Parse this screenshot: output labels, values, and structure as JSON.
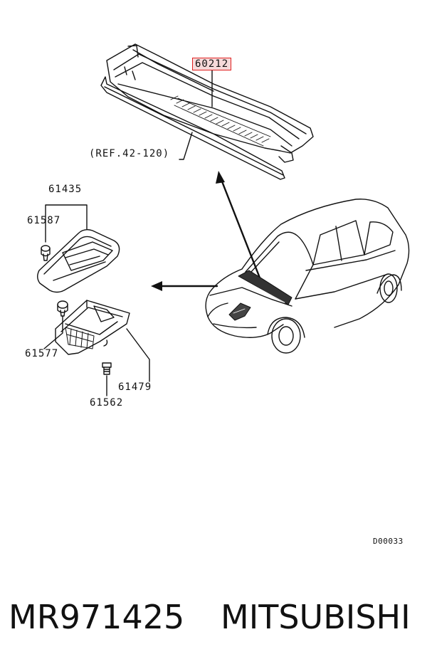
{
  "labels": {
    "part_60212": "60212",
    "ref": "(REF.42-120)",
    "part_61435": "61435",
    "part_61587": "61587",
    "part_61577": "61577",
    "part_61479": "61479",
    "part_61562": "61562",
    "diagram_code": "D00033"
  },
  "footer": {
    "part_number": "MR971425",
    "brand": "MITSUBISHI"
  },
  "colors": {
    "highlight_border": "#e02020",
    "highlight_fill": "#f6dada",
    "line": "#111111"
  }
}
